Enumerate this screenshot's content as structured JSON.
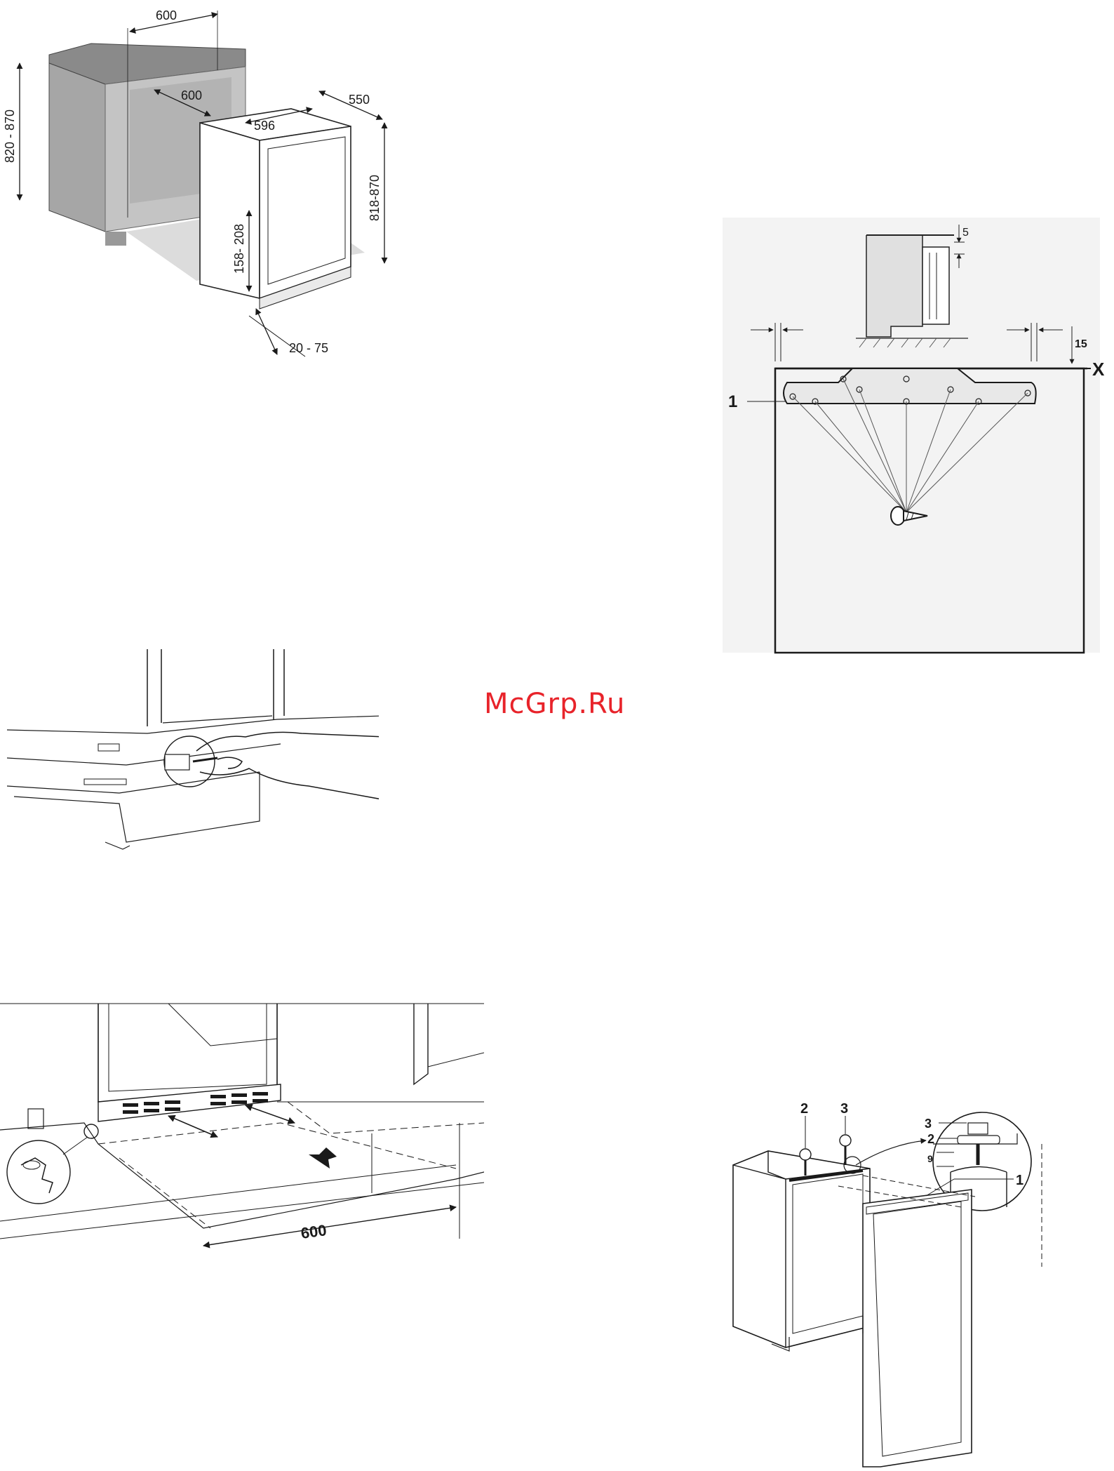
{
  "colors": {
    "ink": "#1a1a1a",
    "cabinet": "#a6a6a6",
    "cabinet_top": "#8a8a8a",
    "shadow": "#dcdcdc",
    "wall": "#f3f3f3",
    "watermark": "#e8232a"
  },
  "fig1": {
    "top_width": "600",
    "depth": "600",
    "unit_depth": "550",
    "unit_width": "596",
    "niche_height": "820 - 870",
    "unit_height": "818-870",
    "plinth_height": "158- 208",
    "plinth_depth": "20 - 75"
  },
  "fig2": {
    "gap": "5",
    "offset": "15",
    "line_label": "X",
    "callout": "1"
  },
  "fig4": {
    "width": "600"
  },
  "fig5": {
    "label_1": "1",
    "label_2": "2",
    "label_3": "3",
    "gap": "9"
  },
  "watermark": "McGrp.Ru"
}
